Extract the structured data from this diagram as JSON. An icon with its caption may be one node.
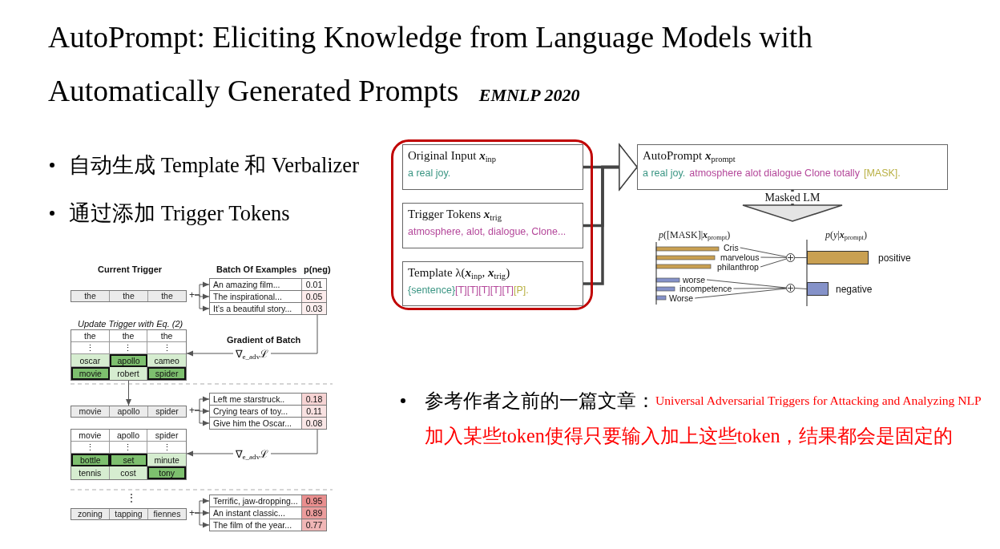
{
  "diagram": {
    "title": "AutoPrompt: Eliciting Knowledge from Language Models with Automatically Generated Prompts **EMNLP 2020**",
    "nodes": [
      {
        "text": [],
        "shape": "box"
      },
      {
        "text": [
          "Original Input **x**$_{inp}$",
          "a real joy."
        ],
        "in": 0
      },
      {
        "text": [
          "Trigger Tokens **x**$_{trig}$",
          "atmosphere, alot, dialogue, Clone..."
        ],
        "in": 0
      },
      {
        "text": [
          "Template λ(**x**$_{inp}$, **x**$_{trig}$)",
          "{sentence}",
          "[T][T][T][T][T]",
          "[P]."
        ],
        "in": 0
      },
      {
        "text": [
          "AutoPrompt **x**$_{prompt}$",
          "a real joy.",
          "atmosphere alot dialogue Clone totally",
          "[MASK]."
        ]
      },
      {
        "text": [
          "Cris"
        ]
      },
      {
        "text": [
          "marvelous"
        ]
      },
      {
        "text": [
          "philanthrop"
        ]
      },
      {
        "text": [],
        "shape": "circle"
      },
      {
        "text": [],
        "shape": "bar",
        "beside": [
          "positive"
        ]
      },
      {
        "text": [
          "worse"
        ]
      },
      {
        "text": [
          "incompetence"
        ]
      },
      {
        "text": [
          "Worse"
        ]
      },
      {
        "text": [],
        "shape": "circle"
      },
      {
        "text": [],
        "shape": "bar",
        "beside": [
          "negative"
        ]
      },
      {
        "text": [
          "the",
          "the",
          "the"
        ]
      },
      {
        "text": [
          "+"
        ]
      },
      {
        "text": [
          "An amazing film...",
          "0.01"
        ]
      },
      {
        "text": [
          "The inspirational...",
          "0.05"
        ]
      },
      {
        "text": [
          "It’s a beautiful story...",
          "0.03"
        ]
      },
      {
        "text": [
          "the",
          "the",
          "the",
          "⋮",
          "⋮",
          "⋮",
          "oscar",
          "apollo",
          "cameo",
          "movie",
          "robert",
          "spider"
        ]
      },
      {
        "text": [
          "movie",
          "apollo",
          "spider"
        ]
      },
      {
        "text": [
          "+"
        ]
      },
      {
        "text": [
          "Left me starstruck..",
          "0.18"
        ]
      },
      {
        "text": [
          "Crying tears of toy...",
          "0.11"
        ]
      },
      {
        "text": [
          "Give him the Oscar...",
          "0.08"
        ]
      },
      {
        "text": [
          "movie",
          "apollo",
          "spider",
          "⋮",
          "⋮",
          "⋮",
          "bottle",
          "set",
          "minute",
          "tennis",
          "cost",
          "tony"
        ]
      },
      {
        "text": [
          "zoning",
          "tapping",
          "fiennes"
        ]
      },
      {
        "text": [
          "+"
        ]
      },
      {
        "text": [
          "Terrific, jaw-dropping...",
          "0.95"
        ]
      },
      {
        "text": [
          "An instant classic...",
          "0.89"
        ]
      },
      {
        "text": [
          "The film of the year...",
          "0.77"
        ]
      }
    ],
    "edges": [
      {
        "from": 1,
        "to": 4,
        "arrow": "to",
        "style": "thick"
      },
      {
        "from": 2,
        "to": 4,
        "arrow": "to",
        "style": "thick"
      },
      {
        "from": 3,
        "to": 4,
        "arrow": "to",
        "style": "thick"
      },
      {
        "from": 4,
        "to": null,
        "arrow": "to",
        "style": "thick",
        "label": "Masked LM"
      },
      {
        "from": 5,
        "to": 8,
        "arrow": "none"
      },
      {
        "from": 6,
        "to": 8,
        "arrow": "none"
      },
      {
        "from": 7,
        "to": 8,
        "arrow": "none"
      },
      {
        "from": 8,
        "to": 9,
        "arrow": "none"
      },
      {
        "from": 10,
        "to": 13,
        "arrow": "none"
      },
      {
        "from": 11,
        "to": 13,
        "arrow": "none"
      },
      {
        "from": 12,
        "to": 13,
        "arrow": "none"
      },
      {
        "from": 13,
        "to": 14,
        "arrow": "none"
      },
      {
        "from": 16,
        "to": 17,
        "arrow": "to"
      },
      {
        "from": 16,
        "to": 18,
        "arrow": "to"
      },
      {
        "from": 16,
        "to": 19,
        "arrow": "to"
      },
      {
        "from": 19,
        "to": 20,
        "arrow": "to",
        "label": "∇$_{e_adv}$ℒ"
      },
      {
        "from": 20,
        "to": 21,
        "arrow": "to"
      },
      {
        "from": 22,
        "to": 23,
        "arrow": "to"
      },
      {
        "from": 22,
        "to": 24,
        "arrow": "to"
      },
      {
        "from": 22,
        "to": 25,
        "arrow": "to"
      },
      {
        "from": 25,
        "to": 26,
        "arrow": "to",
        "label": "∇$_{e_adv}$ℒ"
      },
      {
        "from": 28,
        "to": 29,
        "arrow": "to"
      },
      {
        "from": 28,
        "to": 30,
        "arrow": "to"
      },
      {
        "from": 28,
        "to": 31,
        "arrow": "to"
      }
    ],
    "labels": [
      "自动生成 Template 和 Verbalizer",
      "通过添加 Trigger Tokens",
      "*p*([MASK]|**x**$_{prompt}$)",
      "*p*(*y*|**x**$_{prompt}$)",
      "Current Trigger",
      "Batch Of Examples",
      "p(neg)",
      "Update Trigger with Eq. (2)",
      "Gradient of Batch",
      "⋮",
      "参考作者之前的一篇文章：",
      "Universal Adversarial Triggers for Attacking and Analyzing NLP",
      "加入某些token使得只要输入加上这些token，结果都会是固定的"
    ]
  }
}
